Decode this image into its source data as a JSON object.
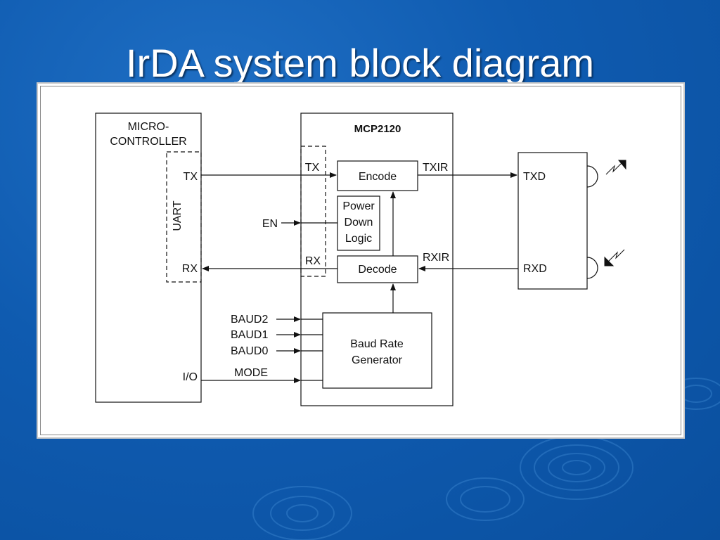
{
  "slide": {
    "title": "IrDA system block diagram"
  },
  "diagram": {
    "microcontroller": {
      "title_line1": "MICRO-",
      "title_line2": "CONTROLLER",
      "uart_label": "UART",
      "tx": "TX",
      "rx": "RX",
      "io": "I/O"
    },
    "mcp": {
      "title": "MCP2120",
      "tx": "TX",
      "rx": "RX",
      "encode": "Encode",
      "decode": "Decode",
      "power_line1": "Power",
      "power_line2": "Down",
      "power_line3": "Logic",
      "baud_line1": "Baud Rate",
      "baud_line2": "Generator"
    },
    "signals": {
      "en": "EN",
      "baud2": "BAUD2",
      "baud1": "BAUD1",
      "baud0": "BAUD0",
      "mode": "MODE",
      "txir": "TXIR",
      "rxir": "RXIR"
    },
    "transceiver": {
      "txd": "TXD",
      "rxd": "RXD"
    }
  },
  "colors": {
    "background": "#0f5bb0",
    "title": "#ffffff",
    "panel": "#ffffff",
    "lines": "#111111"
  }
}
